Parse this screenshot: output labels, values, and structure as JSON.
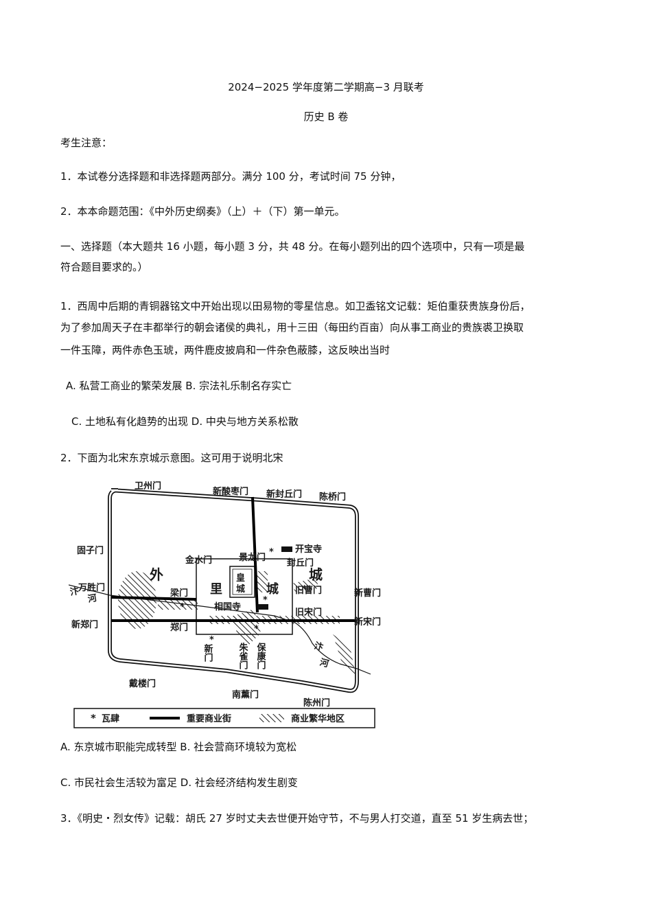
{
  "header": {
    "title": "2024−2025 学年度第二学期高−3 月联考",
    "subtitle": "历史 B 卷"
  },
  "notice": {
    "heading": "考生注意：",
    "items": [
      "1．本试卷分选择题和非选择题两部分。满分 100 分，考试时间 75 分钟，",
      "2．本本命题范围：《中外历史纲奏》（上）＋（下）第一单元。"
    ]
  },
  "section": {
    "line1": "一、选择题（本大题共 16 小题，每小题 3 分，共 48 分。在每小题列出的四个选项中，只有一项是最",
    "line2": "符合题目要求的。）"
  },
  "questions": [
    {
      "lines": [
        "1．西周中后期的青铜器铭文中开始出现以田易物的零星信息。如卫盉铭文记载：矩伯重获贵族身份后，",
        "为了参加周天子在丰都举行的朝会诸侯的典礼，用十三田（每田约百亩）向从事工商业的贵族裘卫换取",
        "一件玉障，两件赤色玉琥，两件鹿皮披肩和一件杂色蔽膝，这反映出当时"
      ],
      "options_line1": "A. 私营工商业的繁荣发展 B. 宗法礼乐制名存实亡",
      "options_line2": "C. 土地私有化趋势的出现 D. 中央与地方关系松散"
    },
    {
      "lines": [
        "2．下面为北宋东京城示意图。这可用于说明北宋"
      ],
      "options_line1": "A. 东京城市职能完成转型 B. 社会营商环境较为宽松",
      "options_line2": "C. 市民社会生活较为富足 D. 社会经济结构发生剧变"
    },
    {
      "lines": [
        "3．《明史・烈女传》记载：胡氏 27 岁时丈夫去世便开始守节，不与男人打交道，直至 51 岁生病去世；"
      ]
    }
  ],
  "map": {
    "outer_gates": {
      "weizhou": "卫州门",
      "xinsuanzao": "新酸枣门",
      "xinfengqiu": "新封丘门",
      "chenqiao": "陈桥门",
      "guzi": "固子门",
      "wansheng": "万胜门",
      "xinzheng": "新郑门",
      "xincao": "新曹门",
      "xinsong": "新宋门",
      "dailou": "戴楼门",
      "nanxun": "南薰门",
      "chenzhou": "陈州门"
    },
    "inner_gates": {
      "jinshui": "金水门",
      "jinglong": "景龙门",
      "fengqiu": "封丘门",
      "liang": "梁门",
      "zheng": "郑门",
      "jiucao": "旧曹门",
      "jiusong": "旧宋门",
      "xin": "新门",
      "zhuque": "朱雀门",
      "baokang": "保康门"
    },
    "zones": {
      "wai": "外",
      "cheng_outer": "城",
      "li": "里",
      "cheng_inner": "城",
      "huang": "皇",
      "huang_cheng": "城"
    },
    "landmarks": {
      "kaibao_temple": "开宝寺",
      "xiangguo_temple": "相国寺",
      "bian_river": "汴",
      "he": "河"
    },
    "legend": {
      "wasi": "瓦肆",
      "street": "重要商业街",
      "area": "商业繁华地区"
    }
  }
}
